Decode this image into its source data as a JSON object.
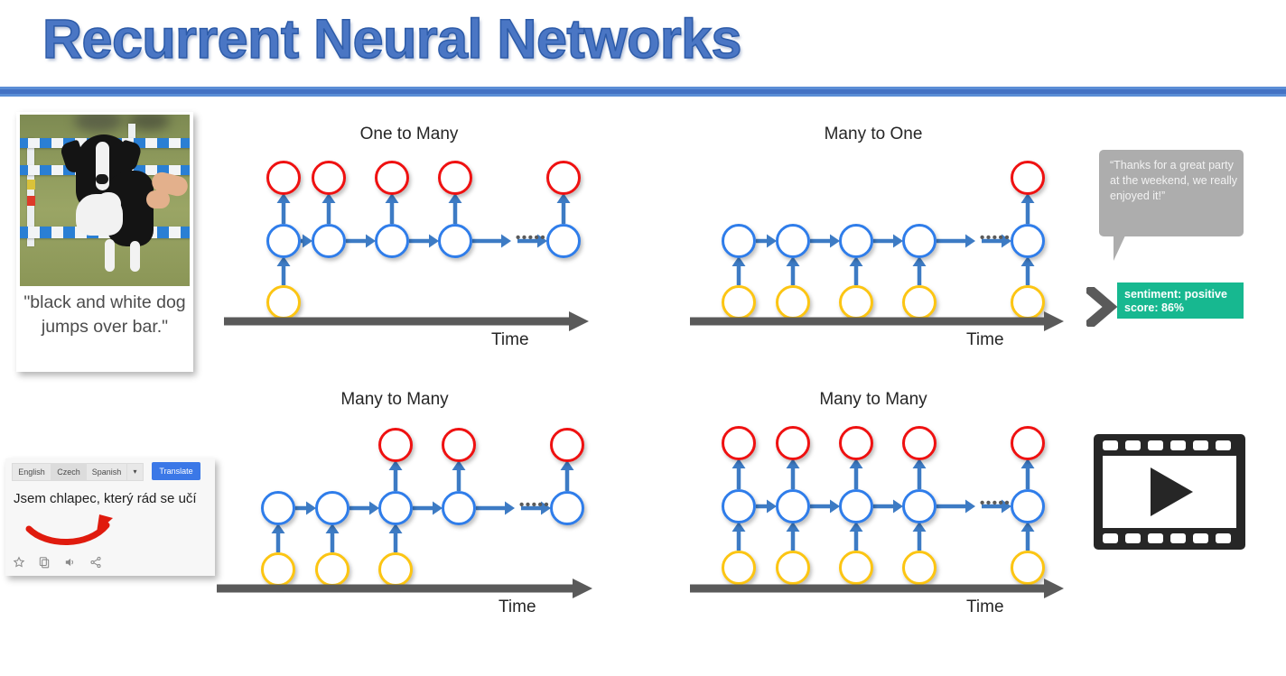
{
  "slide": {
    "title": "Recurrent Neural Networks",
    "background_color": "#ffffff",
    "title_color": "#4a76c4",
    "rule_color": "#4472c4"
  },
  "dog_card": {
    "name": "image-captioning-example",
    "caption": "\"black and white dog jumps over bar.\""
  },
  "translate_card": {
    "tabs": [
      "English",
      "Czech",
      "Spanish"
    ],
    "more_label": "▾",
    "translate_button": "Translate",
    "translated_text": "Jsem chlapec, který rád se učí",
    "icons": [
      "star-icon",
      "copy-icon",
      "speaker-icon",
      "share-icon"
    ],
    "button_color": "#3b78e7"
  },
  "sentiment_panel": {
    "quote": "“Thanks for a great party at the weekend, we really enjoyed it!”",
    "result_line_1": "sentiment: positive",
    "result_line_2": "score: 86%",
    "badge_color": "#17b890",
    "bubble_color": "#adadad"
  },
  "video_panel": {
    "icon": "film-strip-play-icon",
    "sprocket_count": 6
  },
  "colors": {
    "output_red": "#ef1111",
    "hidden_blue": "#2f7dea",
    "input_yellow": "#fcc513",
    "arrow_blue": "#3d7bc4",
    "time_arrow": "#5a5a5a"
  },
  "diagrams": [
    {
      "id": "one-to-many",
      "title": "One to Many",
      "time_label": "Time",
      "steps": 5,
      "ellipsis_before_last": true,
      "inputs": [
        true,
        false,
        false,
        false,
        false
      ],
      "hidden": [
        true,
        true,
        true,
        true,
        true
      ],
      "outputs": [
        true,
        true,
        true,
        true,
        true
      ]
    },
    {
      "id": "many-to-one",
      "title": "Many to One",
      "time_label": "Time",
      "steps": 5,
      "ellipsis_before_last": true,
      "inputs": [
        true,
        true,
        true,
        true,
        true
      ],
      "hidden": [
        true,
        true,
        true,
        true,
        true
      ],
      "outputs": [
        false,
        false,
        false,
        false,
        true
      ]
    },
    {
      "id": "many-to-many-seq2seq",
      "title": "Many to Many",
      "time_label": "Time",
      "steps": 5,
      "ellipsis_before_last": true,
      "inputs": [
        true,
        true,
        true,
        false,
        false
      ],
      "hidden": [
        true,
        true,
        true,
        true,
        true
      ],
      "outputs": [
        false,
        false,
        true,
        true,
        true
      ]
    },
    {
      "id": "many-to-many-synced",
      "title": "Many to Many",
      "time_label": "Time",
      "steps": 5,
      "ellipsis_before_last": true,
      "inputs": [
        true,
        true,
        true,
        true,
        true
      ],
      "hidden": [
        true,
        true,
        true,
        true,
        true
      ],
      "outputs": [
        true,
        true,
        true,
        true,
        true
      ]
    }
  ]
}
